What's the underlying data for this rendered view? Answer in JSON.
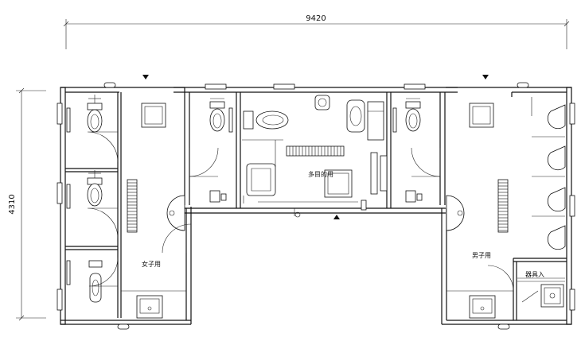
{
  "dimensions": {
    "overall_width": "9420",
    "overall_height": "4310"
  },
  "rooms": {
    "womens": "女子用",
    "mens": "男子用",
    "multipurpose": "多目的用",
    "storage": "器具入"
  }
}
